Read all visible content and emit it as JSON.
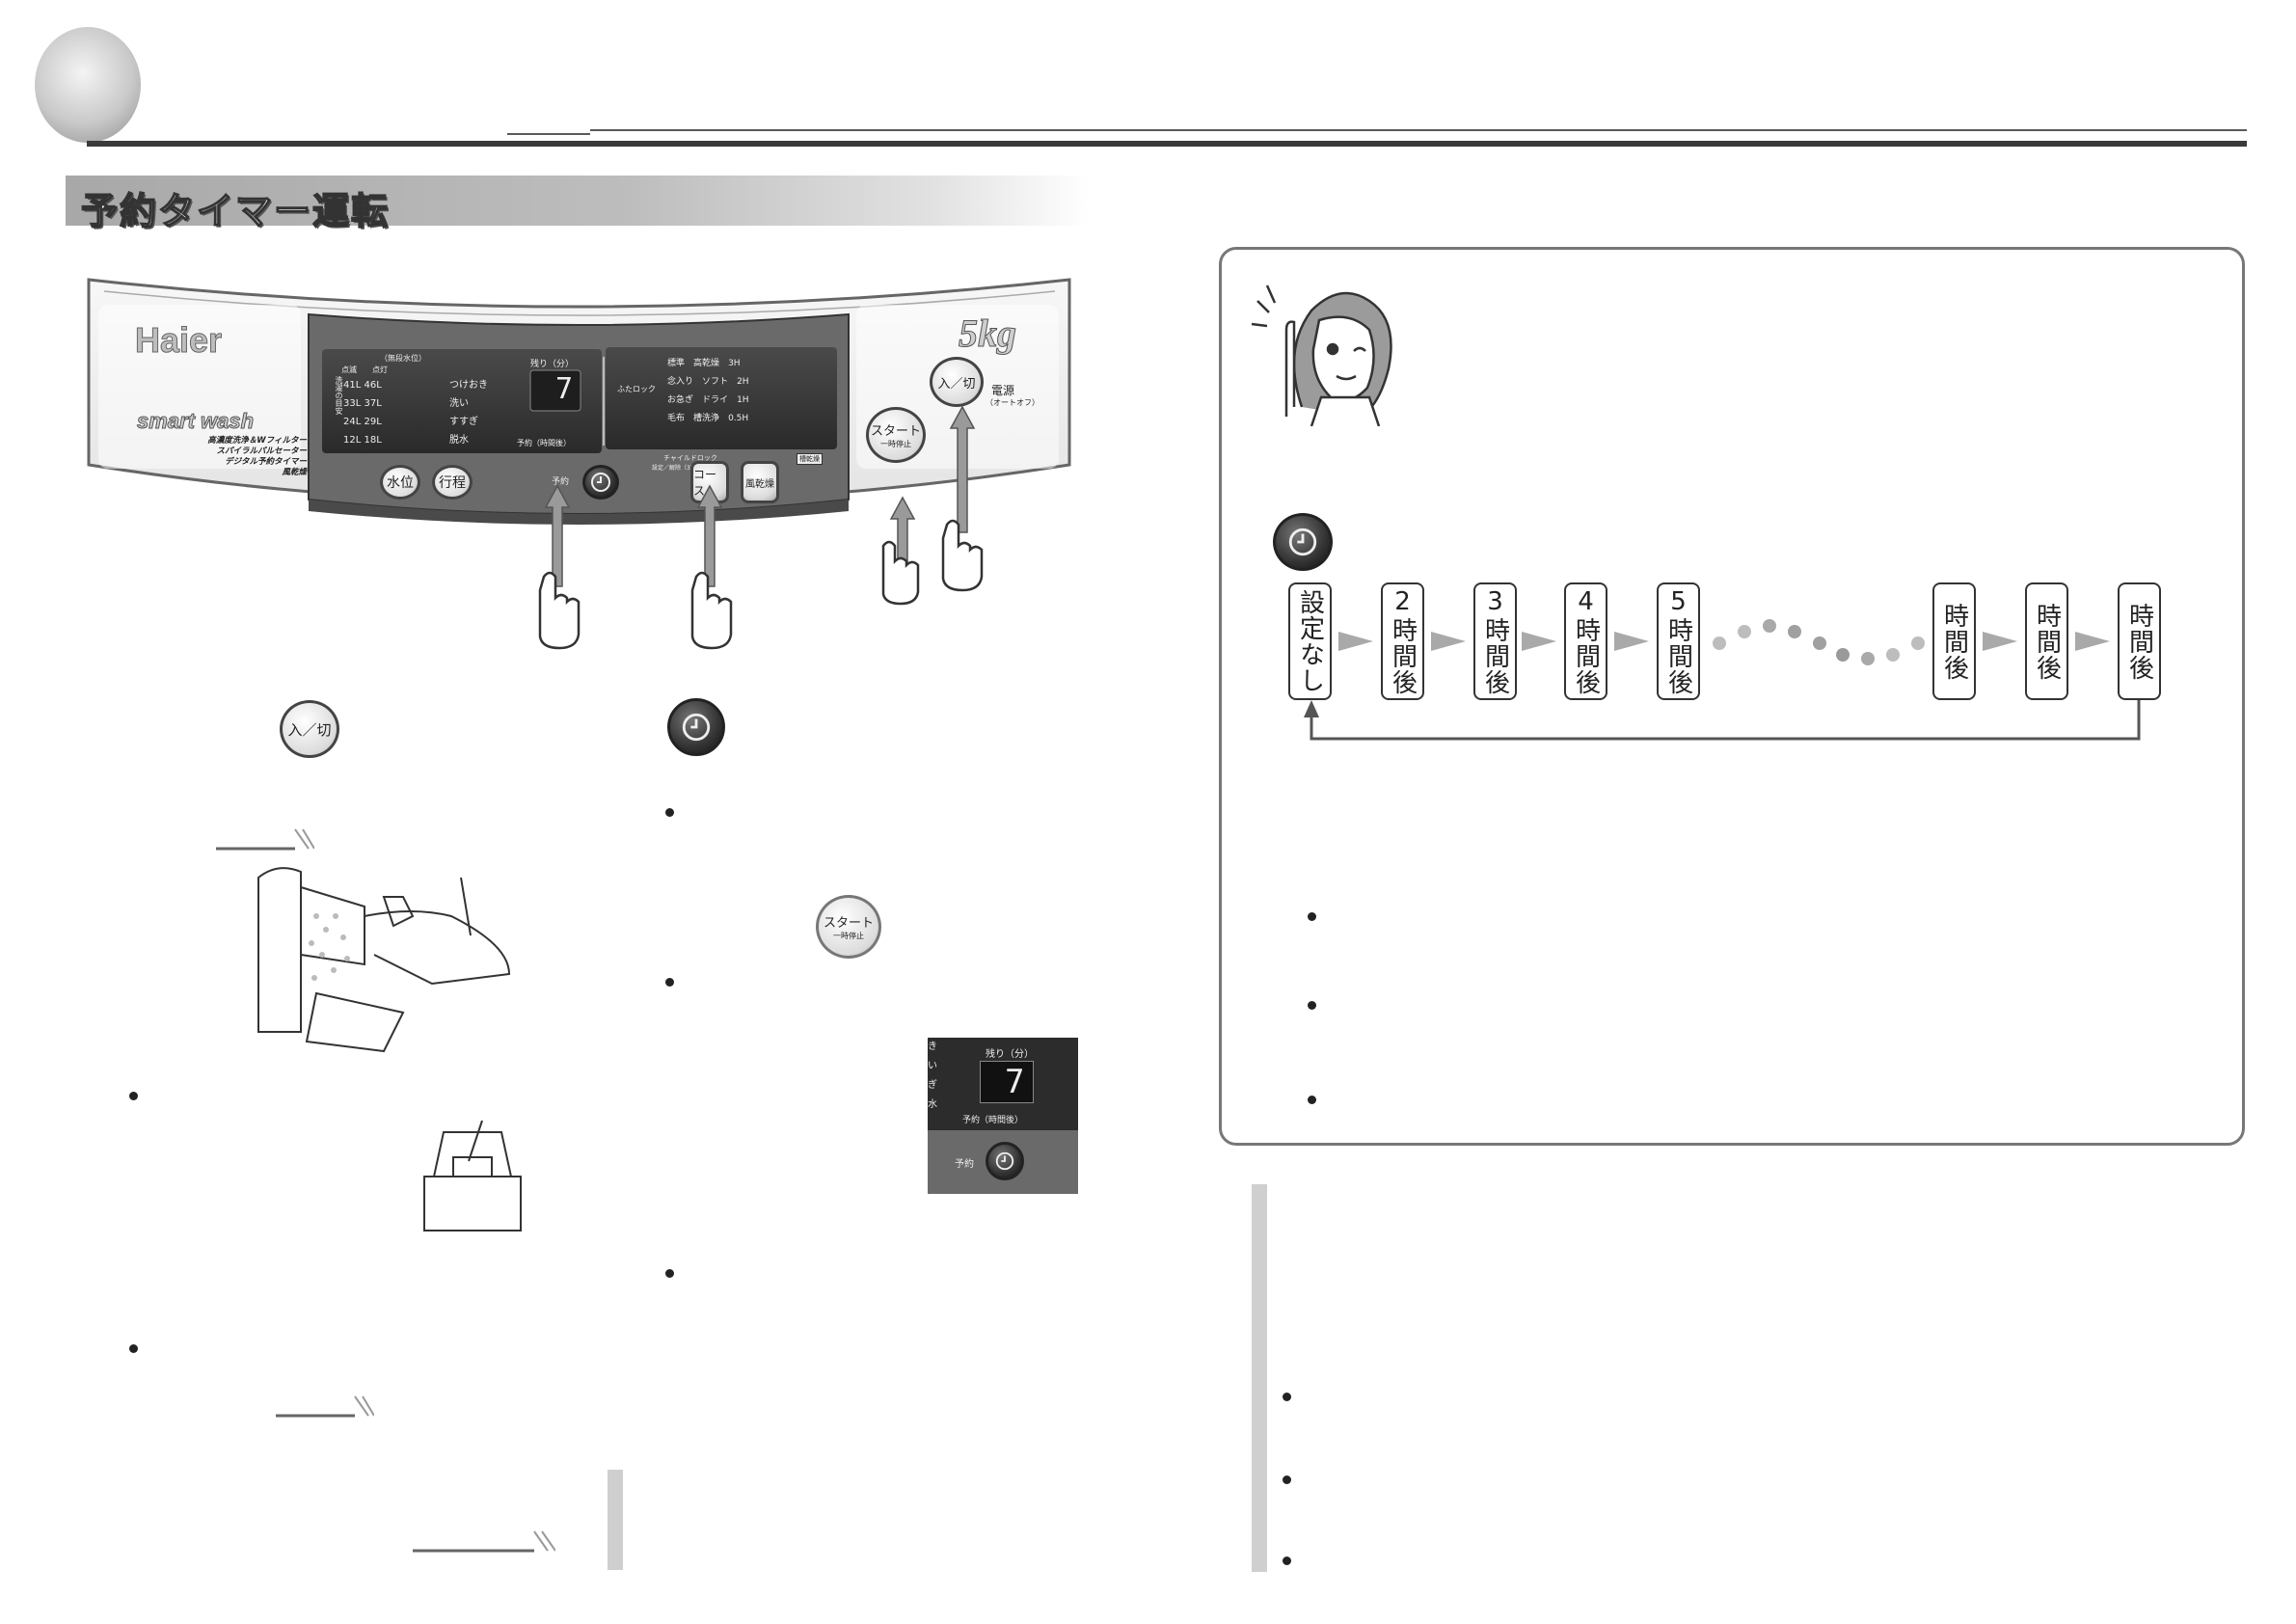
{
  "section": {
    "title": "予約タイマー運転"
  },
  "panel": {
    "brand": "Haier",
    "capacity": "5kg",
    "product_name": "smart wash",
    "features": [
      "高濃度洗浄＆Wフィルター",
      "スパイラルパルセーター",
      "デジタル予約タイマー",
      "風乾燥"
    ],
    "water_level": {
      "header": "（無段水位）",
      "col_heads": [
        "点滅",
        "点灯"
      ],
      "side_label": "洗濯の目安",
      "rows": [
        {
          "a": "41L",
          "b": "46L"
        },
        {
          "a": "33L",
          "b": "37L"
        },
        {
          "a": "24L",
          "b": "29L"
        },
        {
          "a": "12L",
          "b": "18L"
        }
      ]
    },
    "process": [
      "つけおき",
      "洗い",
      "すすぎ",
      "脱水"
    ],
    "remaining": {
      "label": "残り（分）",
      "value": "7"
    },
    "timer_label": "予約（時間後）",
    "lock_label": "ふたロック",
    "courses": [
      {
        "left": "標準",
        "right": "高乾燥",
        "time": "3H"
      },
      {
        "left": "念入り",
        "right": "ソフト",
        "time": "2H"
      },
      {
        "left": "お急ぎ",
        "right": "ドライ",
        "time": "1H"
      },
      {
        "left": "毛布",
        "right": "槽洗浄",
        "time": "0.5H"
      }
    ],
    "child_lock": "チャイルドロック",
    "child_lock_sub": "設定／解除（3秒押し）",
    "dry_after": "槽乾燥",
    "buttons": {
      "water": "水位",
      "process": "行程",
      "timer": "予約",
      "course": "コース",
      "air_dry": "風乾燥",
      "start": "スタート",
      "start_sub": "一時停止",
      "power": "入／切",
      "power_label": "電源",
      "power_sub": "（オートオフ）"
    }
  },
  "icons": {
    "power_button": "入／切",
    "start_button": "スタート",
    "start_button_sub": "一時停止"
  },
  "small_display": {
    "label": "残り（分）",
    "value": "7",
    "timer_label": "予約（時間後）",
    "button": "予約",
    "side_chars": [
      "き",
      "い",
      "ぎ",
      "水"
    ]
  },
  "timer_steps": {
    "first": "設定なし",
    "steps": [
      "2時間後",
      "3時間後",
      "4時間後",
      "5時間後"
    ],
    "tail": [
      "時間後",
      "時間後",
      "時間後"
    ]
  },
  "colors": {
    "accent_grey": "#a9a9a9",
    "border": "#777777",
    "dark": "#222222"
  }
}
